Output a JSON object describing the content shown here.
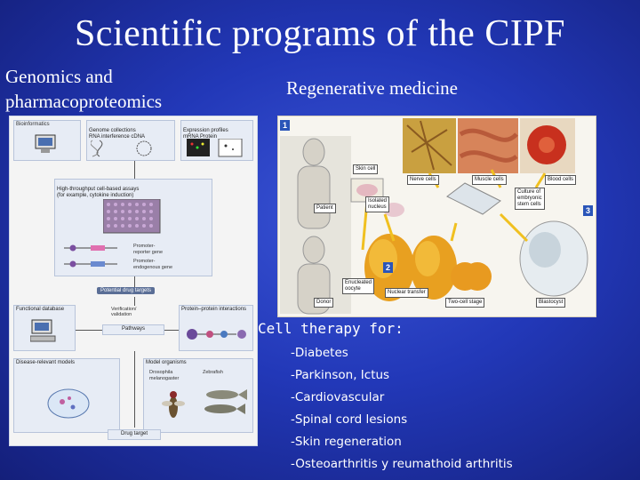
{
  "slide": {
    "title": "Scientific programs of the CIPF",
    "left_heading": "Genomics and pharmacoproteomics",
    "right_heading": "Regenerative medicine"
  },
  "left_diagram": {
    "top_boxes": [
      "Bioinformatics",
      "Genome collections\nRNA interference  cDNA",
      "Expression profiles\nmRNA    Protein"
    ],
    "assay_box": "High-throughput cell-based assays\n(for example, cytokine induction)",
    "promoter_reporter": "Promoter-\nreporter gene",
    "promoter_endogenous": "Promoter-\nendogenous gene",
    "drug_targets": "Potential drug targets",
    "functional_db": "Functional database",
    "verification": "Verification/\nvalidation",
    "pathways": "Pathways",
    "protein_interactions": "Protein–protein interactions",
    "disease_models": "Disease-relevant models",
    "model_organisms": "Model organisms",
    "drosophila": "Drosophila\nmelanogaster",
    "zebrafish": "Zebrafish",
    "drug_target": "Drug target"
  },
  "right_image": {
    "labels": {
      "skin_cell": "Skin cell",
      "patient": "Patient",
      "isolated_nucleus": "Isolated\nnucleus",
      "nerve_cells": "Nerve cells",
      "muscle_cells": "Muscle cells",
      "blood_cells": "Blood cells",
      "culture": "Culture of\nembryonic\nstem cells",
      "enucleated": "Enucleated\noocyte",
      "nuclear_transfer": "Nuclear transfer",
      "two_cell": "Two-cell stage",
      "blastocyst": "Blastocyst",
      "donor": "Donor"
    },
    "numbers": [
      "1",
      "2",
      "3"
    ]
  },
  "therapy": {
    "heading": "Cell therapy for:",
    "items": [
      "-Diabetes",
      "-Parkinson, Ictus",
      "-Cardiovascular",
      "-Spinal cord lesions",
      "-Skin regeneration",
      "-Osteoarthritis y reumathoid arthritis"
    ]
  },
  "colors": {
    "background": "#2238b8",
    "text": "#ffffff"
  }
}
